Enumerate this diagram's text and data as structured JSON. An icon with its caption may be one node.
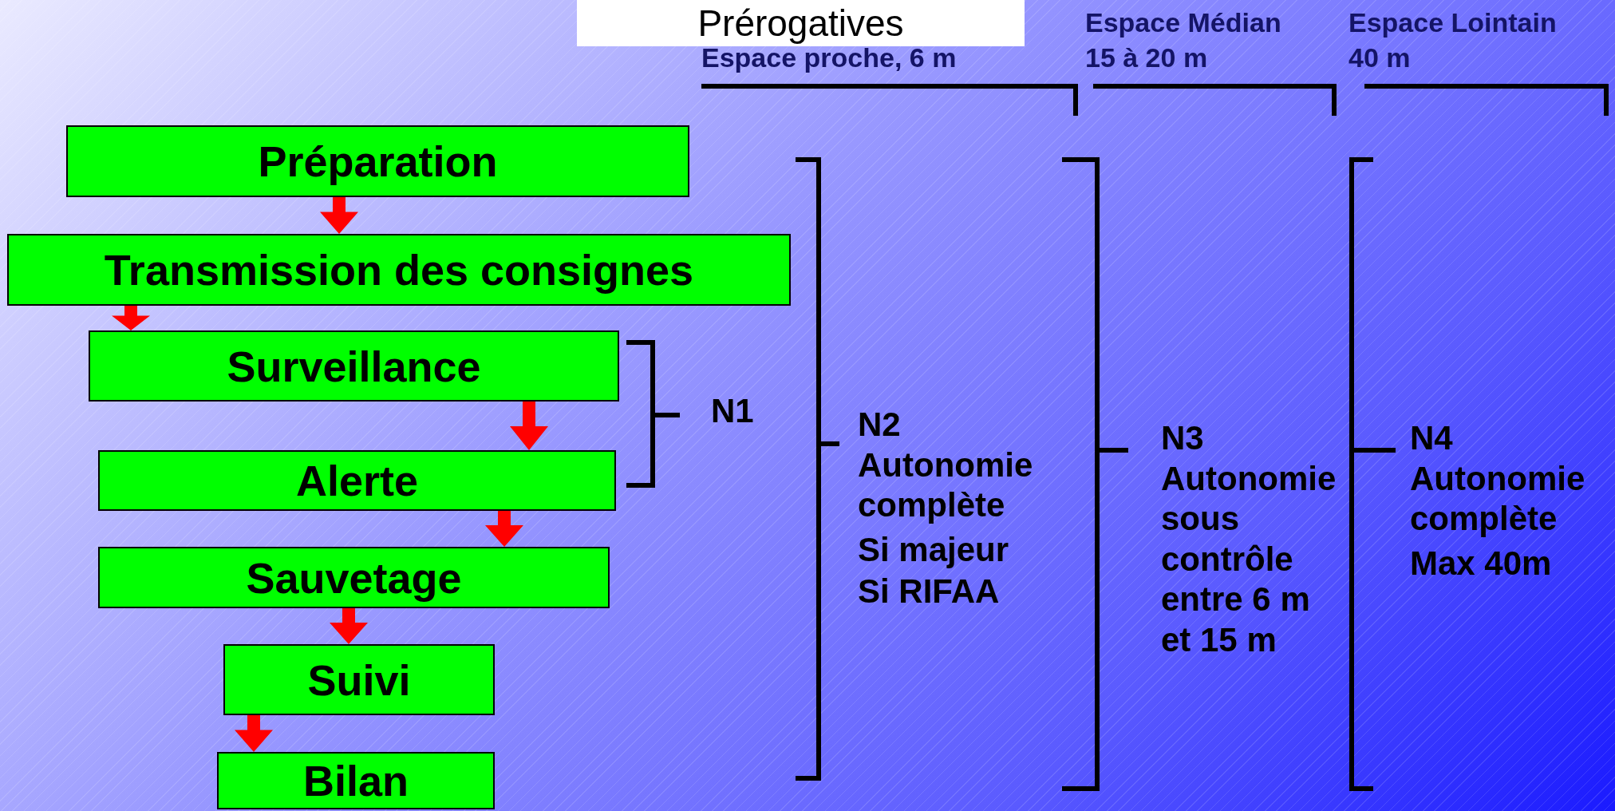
{
  "diagram": {
    "title": "Prérogatives",
    "nodes": [
      {
        "text": [
          "Préparation"
        ]
      },
      {
        "text": [
          "Transmission des consignes"
        ]
      },
      {
        "text": [
          "Surveillance"
        ]
      },
      {
        "text": [
          "Alerte"
        ]
      },
      {
        "text": [
          "Sauvetage"
        ]
      },
      {
        "text": [
          "Suivi"
        ]
      },
      {
        "text": [
          "Bilan"
        ]
      }
    ],
    "edges": [
      {
        "from": 0,
        "to": 1,
        "arrow": "to"
      },
      {
        "from": 1,
        "to": 2,
        "arrow": "to"
      },
      {
        "from": 2,
        "to": 3,
        "arrow": "to"
      },
      {
        "from": 3,
        "to": 4,
        "arrow": "to"
      },
      {
        "from": 4,
        "to": 5,
        "arrow": "to"
      },
      {
        "from": 5,
        "to": 6,
        "arrow": "to"
      }
    ],
    "labels": [
      "Espace proche, 6 m",
      "Espace Médian",
      "15 à 20 m",
      "Espace Lointain",
      "40 m",
      "N1",
      "N2",
      "Autonomie complète",
      "Si majeur",
      "Si RIFAA",
      "N3",
      "Autonomie sous contrôle entre 6 m et 15 m",
      "N4",
      "Autonomie complète",
      "Max 40m"
    ]
  }
}
